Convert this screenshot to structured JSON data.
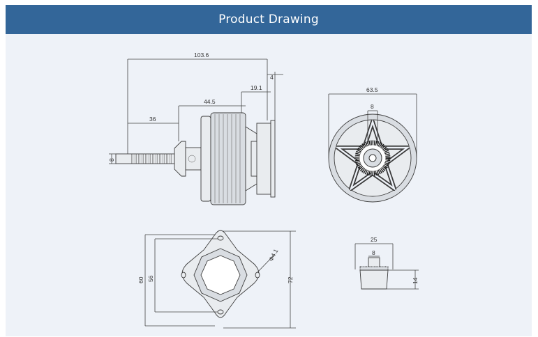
{
  "header": {
    "title": "Product Drawing"
  },
  "side_view": {
    "overall_length": "103.6",
    "mount_thickness": "4",
    "bell_offset": "19.1",
    "motor_length": "44.5",
    "shaft_length": "36",
    "shaft_diameter": "8"
  },
  "end_view": {
    "diameter": "63.5",
    "hub_width": "8"
  },
  "mount_plate": {
    "inner_height": "56",
    "outer_height": "60",
    "total_height": "72",
    "hole_diameter": "Φ4.1"
  },
  "shaft_detail": {
    "base_width": "25",
    "shaft_width": "8",
    "height": "14"
  }
}
